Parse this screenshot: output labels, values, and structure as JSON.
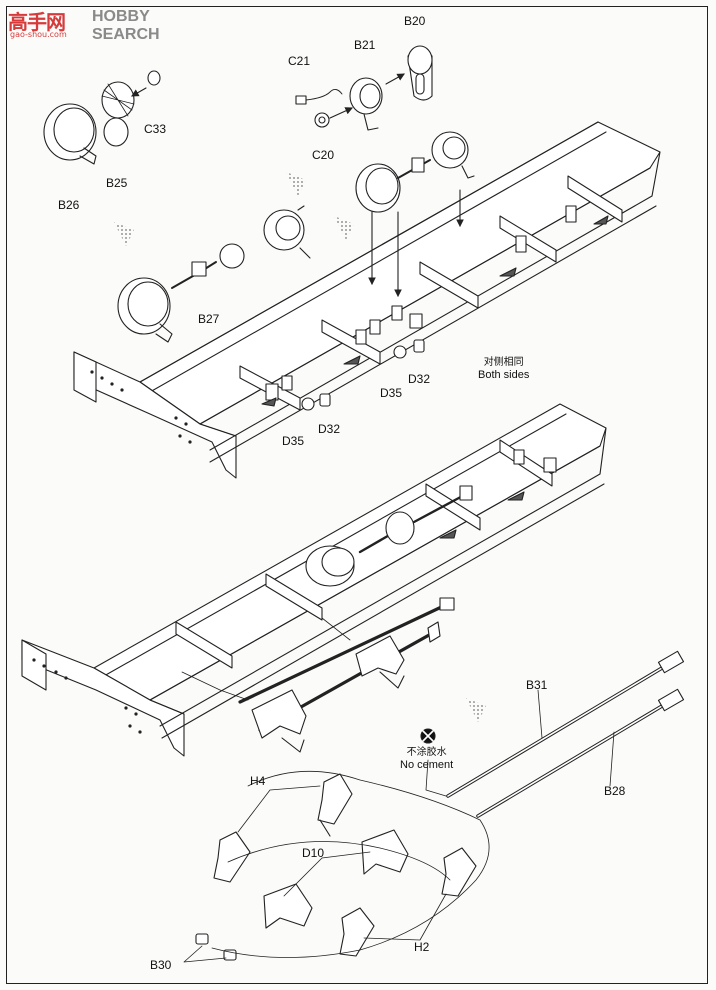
{
  "watermark": {
    "chinese": "高手网",
    "english": "HOBBY SEARCH",
    "url": "gao-shou.com"
  },
  "note_both_sides": {
    "chinese": "对侧相同",
    "english": "Both sides"
  },
  "note_no_cement": {
    "chinese": "不涂胶水",
    "english": "No cement"
  },
  "parts": {
    "B20": "B20",
    "B21": "B21",
    "C21": "C21",
    "C20": "C20",
    "C33": "C33",
    "B25": "B25",
    "B26": "B26",
    "B27": "B27",
    "D32a": "D32",
    "D35a": "D35",
    "D32b": "D32",
    "D35b": "D35",
    "B31": "B31",
    "B28": "B28",
    "H4": "H4",
    "D10": "D10",
    "H2": "H2",
    "B30": "B30"
  }
}
